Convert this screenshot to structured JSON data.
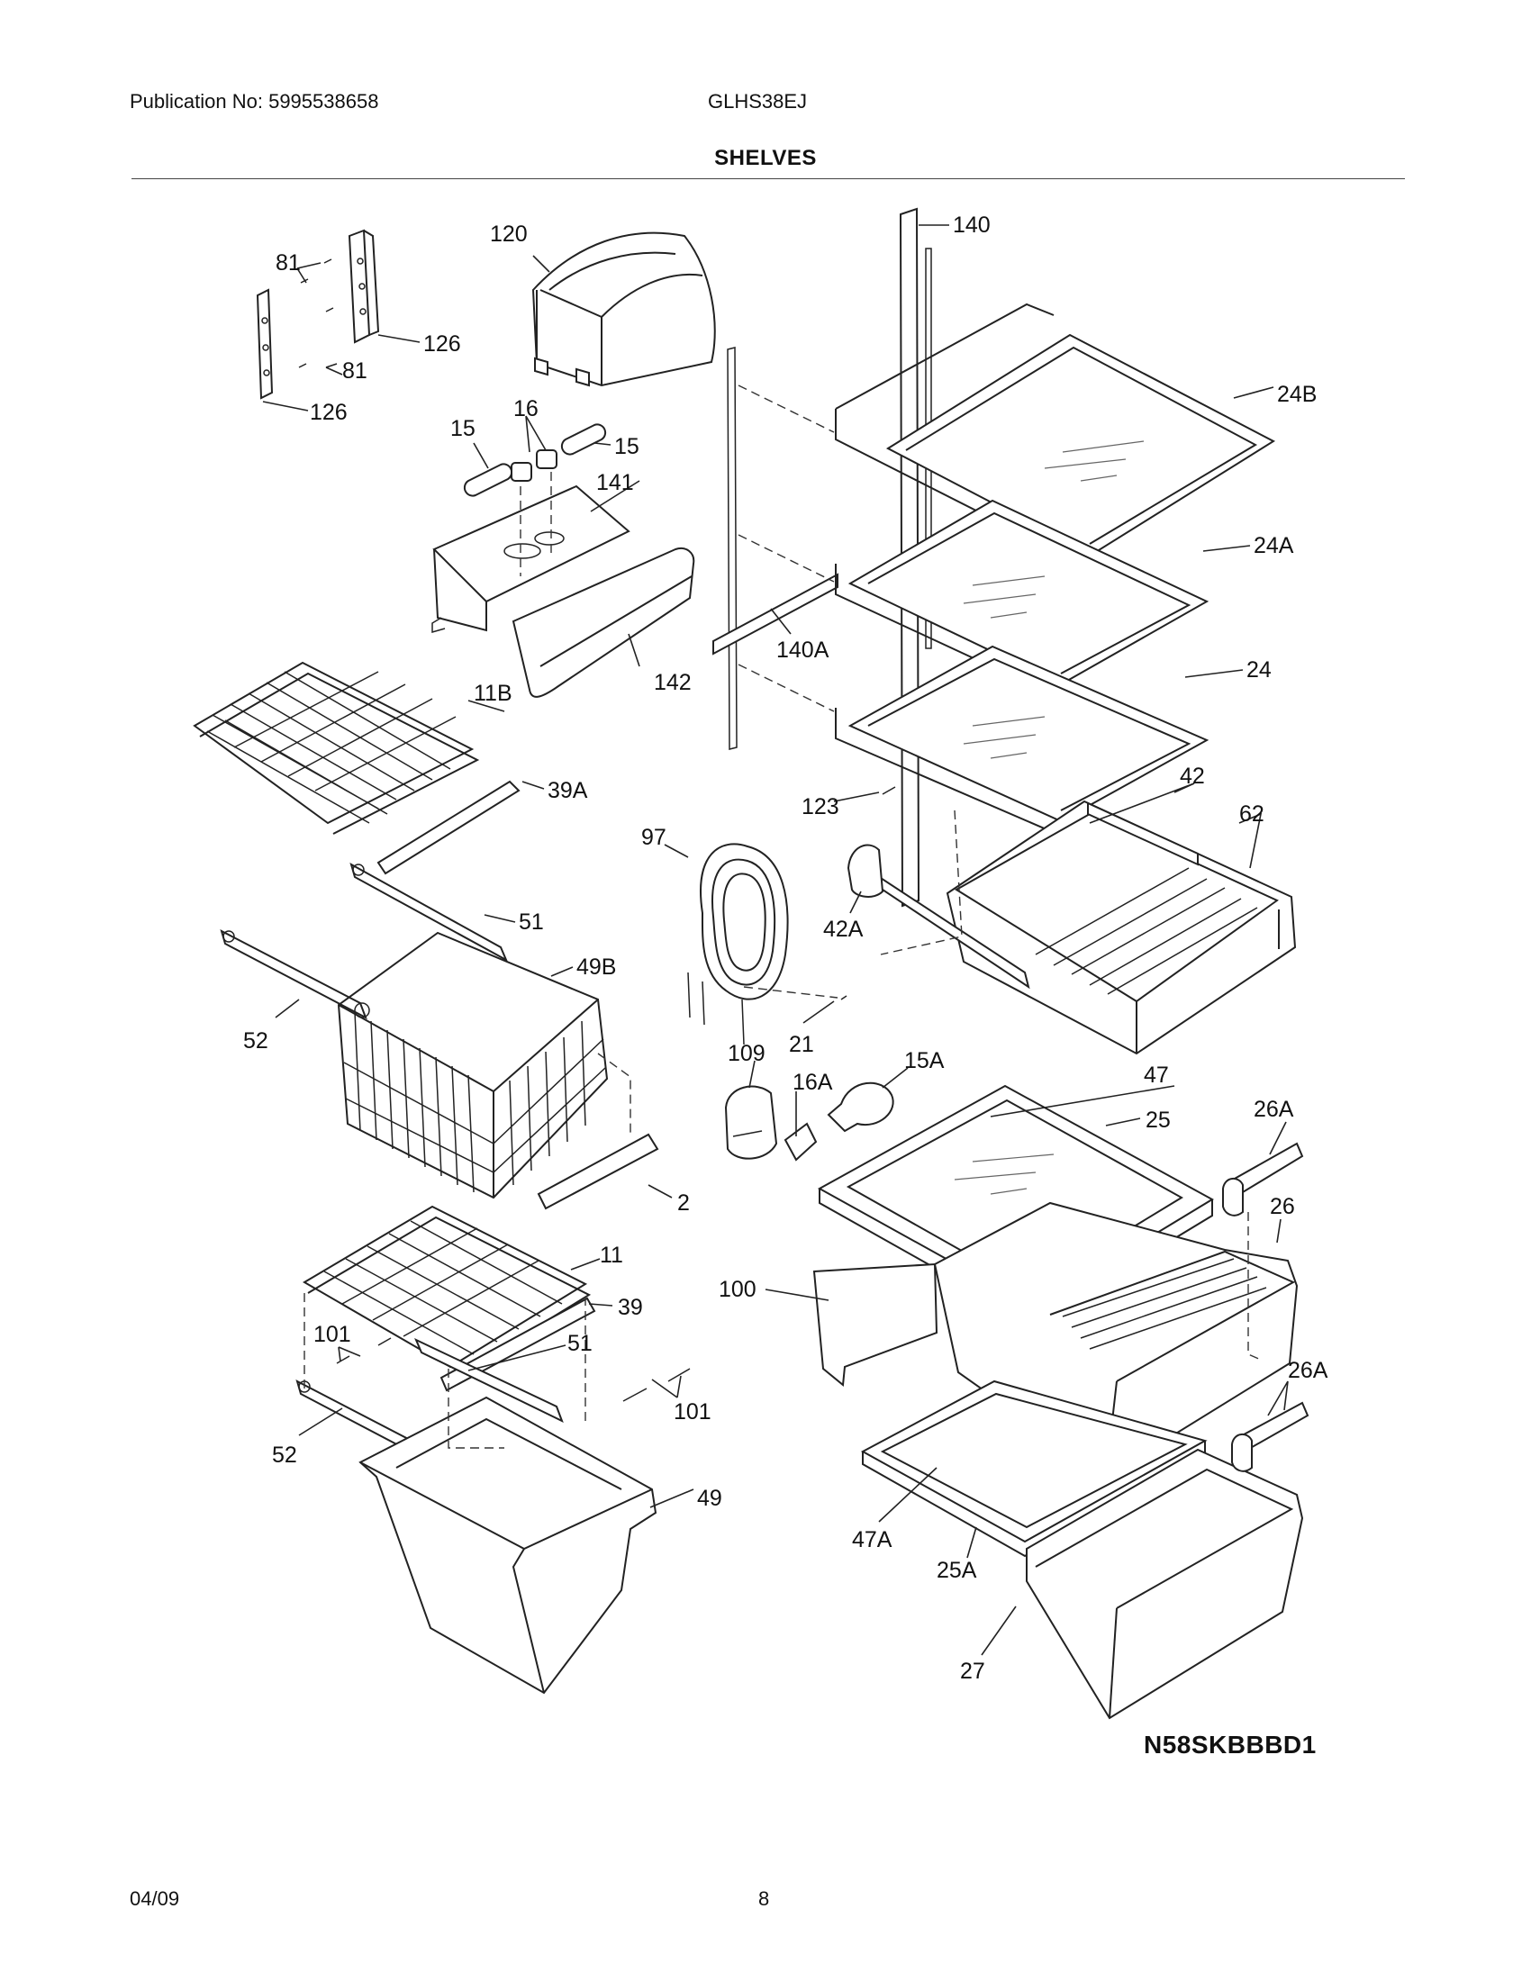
{
  "header": {
    "publication": "Publication No: 5995538658",
    "model": "GLHS38EJ",
    "section_title": "SHELVES"
  },
  "diagram": {
    "code": "N58SKBBBD1",
    "callouts": {
      "c140": "140",
      "c120": "120",
      "c81a": "81",
      "c81b": "81",
      "c126a": "126",
      "c126b": "126",
      "c24B": "24B",
      "c15a": "15",
      "c16": "16",
      "c15b": "15",
      "c141": "141",
      "c24A": "24A",
      "c140A": "140A",
      "c142": "142",
      "c24": "24",
      "c11B": "11B",
      "c39A": "39A",
      "c42": "42",
      "c123": "123",
      "c62": "62",
      "c97": "97",
      "c42A": "42A",
      "c51a": "51",
      "c49B": "49B",
      "c52a": "52",
      "c21": "21",
      "c109": "109",
      "c16A": "16A",
      "c15A": "15A",
      "c47": "47",
      "c25": "25",
      "c26Aa": "26A",
      "c2": "2",
      "c26": "26",
      "c11": "11",
      "c100": "100",
      "c39": "39",
      "c101a": "101",
      "c51b": "51",
      "c26Ab": "26A",
      "c101b": "101",
      "c52b": "52",
      "c49": "49",
      "c47A": "47A",
      "c25A": "25A",
      "c27": "27"
    }
  },
  "footer": {
    "date": "04/09",
    "page": "8"
  }
}
